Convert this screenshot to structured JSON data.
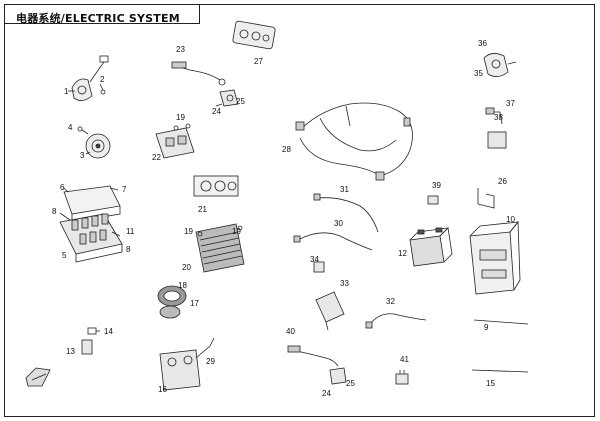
{
  "title": "电器系统/ELECTRIC SYSTEM",
  "callouts": [
    "1",
    "2",
    "3",
    "4",
    "5",
    "6",
    "7",
    "8",
    "9",
    "10",
    "11",
    "12",
    "13",
    "14",
    "15",
    "16",
    "17",
    "18",
    "19",
    "20",
    "21",
    "22",
    "23",
    "24",
    "25",
    "26",
    "27",
    "28",
    "29",
    "30",
    "31",
    "32",
    "33",
    "34",
    "35",
    "36",
    "37",
    "38",
    "39",
    "40",
    "41"
  ],
  "colors": {
    "line": "#222222",
    "fill": "#e8e8e8",
    "dark": "#555555"
  }
}
